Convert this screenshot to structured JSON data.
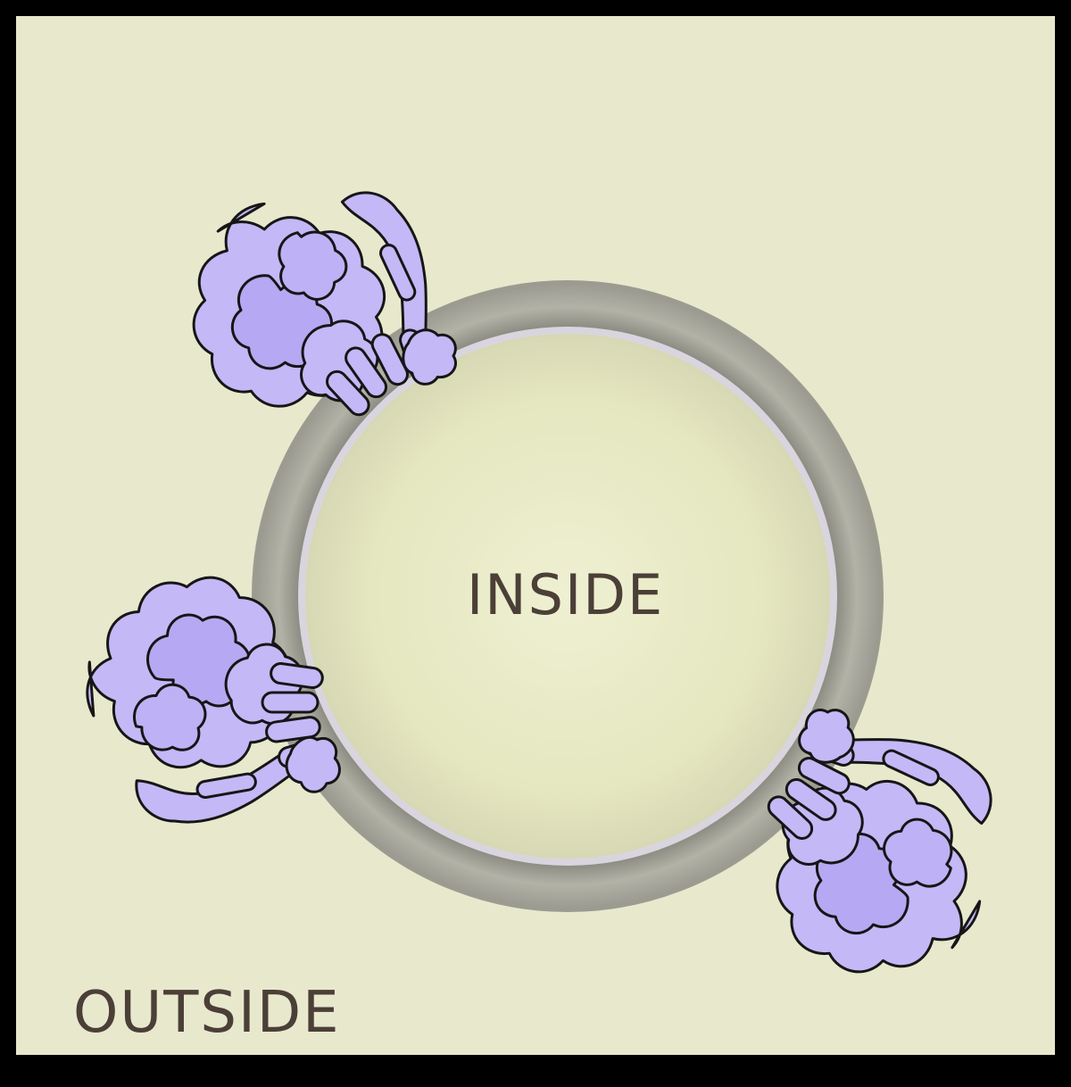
{
  "labels": {
    "inside": "INSIDE",
    "outside": "OUTSIDE"
  },
  "colors": {
    "background": "#e8e8cd",
    "border": "#000000",
    "membrane": "#a8a79c",
    "membrane_inner_edge": "#d8d4dc",
    "inside_fill": "#e9ebc8",
    "protein_fill": "#c3b6f7",
    "protein_outline": "#1a1a1a",
    "text": "#4b3f38"
  },
  "icons": {
    "protein": "membrane-receptor-protein"
  }
}
